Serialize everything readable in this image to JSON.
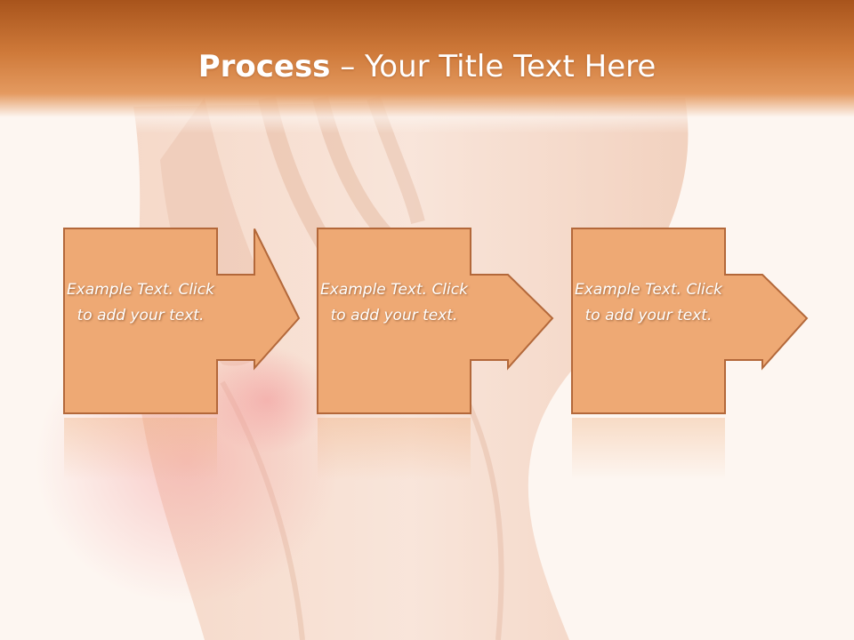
{
  "title": {
    "bold": "Process",
    "rest": " – Your Title Text Here"
  },
  "steps": [
    {
      "text": "Example Text. Click  to add your text."
    },
    {
      "text": "Example Text. Click  to add your text."
    },
    {
      "text": "Example Text. Click  to add your text."
    }
  ],
  "colors": {
    "header": "#cf7a3a",
    "box_fill": "#eea974",
    "box_stroke": "#b3683a",
    "background": "#fdf6f1"
  }
}
